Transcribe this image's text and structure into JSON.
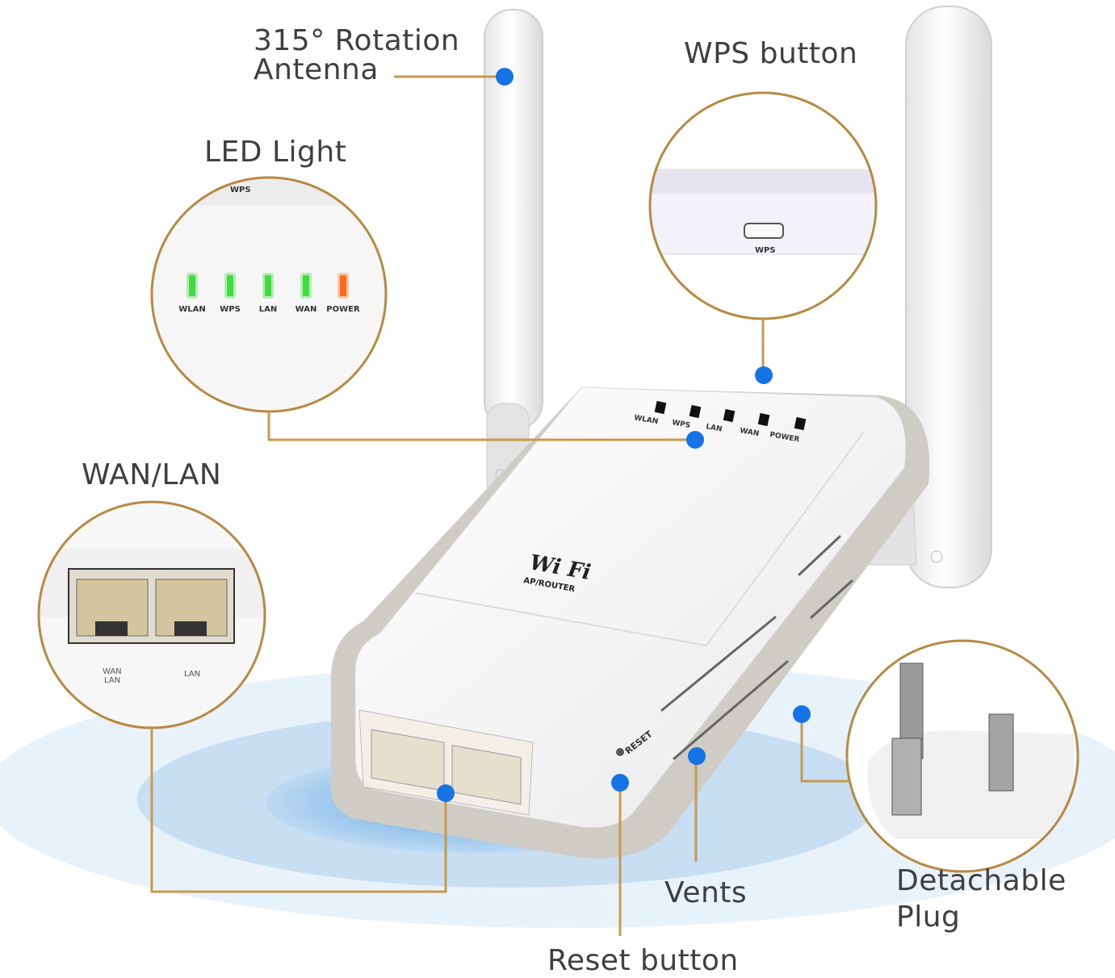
{
  "labels": {
    "antenna_line1": "315° Rotation",
    "antenna_line2": "Antenna",
    "wps": "WPS button",
    "led": "LED Light",
    "wanlan": "WAN/LAN",
    "vents": "Vents",
    "plug_line1": "Detachable",
    "plug_line2": "Plug",
    "reset": "Reset button"
  },
  "device": {
    "logo_wifi": "Wi Fi",
    "logo_sub": "AP/ROUTER",
    "reset_label": "RESET",
    "leds": [
      {
        "label": "WLAN",
        "color": "#3fdc3f"
      },
      {
        "label": "WPS",
        "color": "#3fdc3f"
      },
      {
        "label": "LAN",
        "color": "#3fdc3f"
      },
      {
        "label": "WAN",
        "color": "#3fdc3f"
      },
      {
        "label": "POWER",
        "color": "#ff6a1a"
      }
    ],
    "wps_inset_label": "WPS",
    "port_wan_line1": "WAN",
    "port_wan_line2": "LAN",
    "port_lan": "LAN"
  },
  "colors": {
    "callout_line": "#c99a4e",
    "dot": "#1673e6",
    "ripple_outer": "#e6f1fb",
    "ripple_mid": "#bedaf3",
    "ripple_inner": "#6fb0e6"
  }
}
